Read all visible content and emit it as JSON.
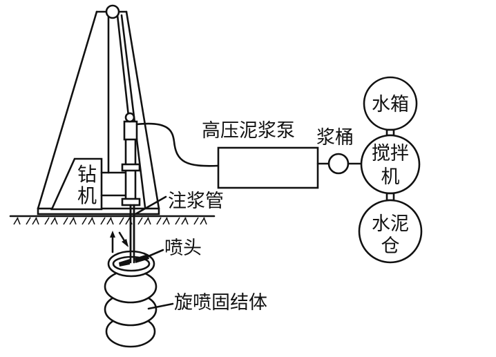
{
  "labels": {
    "drill_rig": [
      "钻",
      "机"
    ],
    "grout_pipe": "注浆管",
    "nozzle": "喷头",
    "jet_grouted_body": "旋喷固结体",
    "high_pressure_pump": "高压泥浆泵",
    "slurry_bucket": "浆桶",
    "water_tank": "水箱",
    "mixer": [
      "搅拌",
      "机"
    ],
    "cement_silo": [
      "水泥",
      "仓"
    ]
  }
}
